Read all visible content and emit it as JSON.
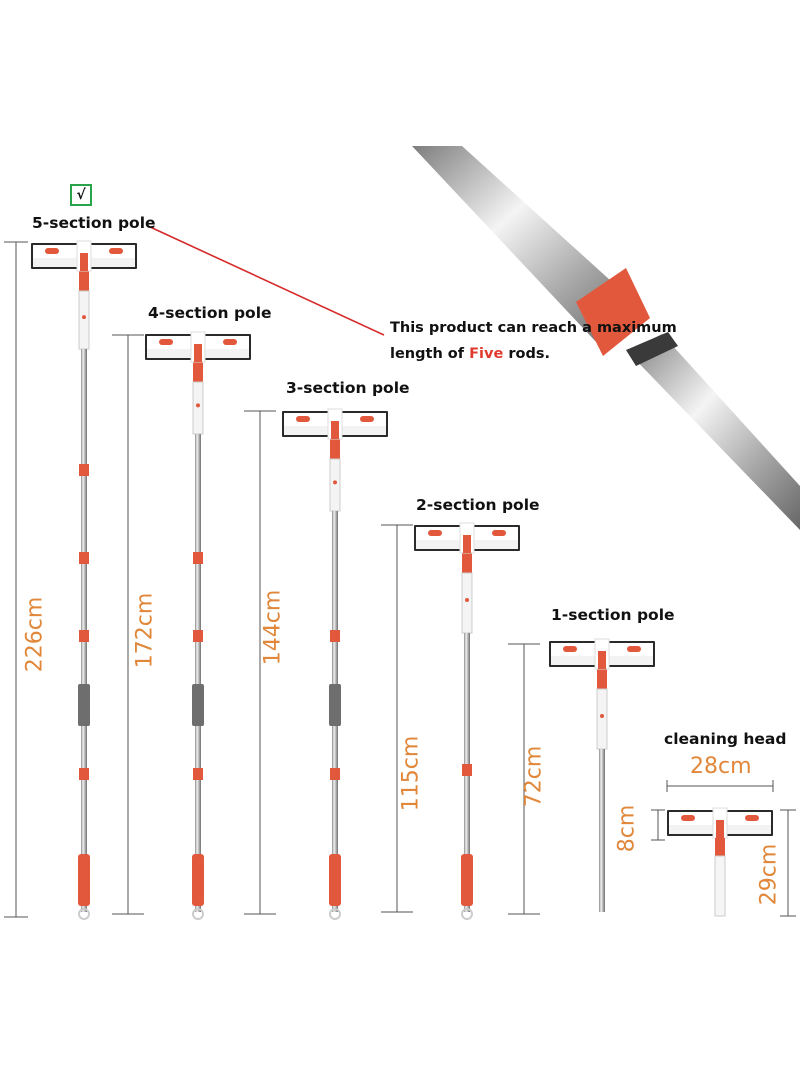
{
  "check_mark": "√",
  "labels": {
    "pole5": "5-section pole",
    "pole4": "4-section pole",
    "pole3": "3-section pole",
    "pole2": "2-section pole",
    "pole1": "1-section pole",
    "head": "cleaning head"
  },
  "note": {
    "line1": "This product can reach a maximum",
    "line2_pre": "length of",
    "highlight": "Five",
    "line2_post": "rods."
  },
  "dimensions": {
    "pole5": "226cm",
    "pole4": "172cm",
    "pole3": "144cm",
    "pole2": "115cm",
    "pole1": "72cm",
    "head_width": "28cm",
    "head_height": "8cm",
    "head_total": "29cm"
  },
  "colors": {
    "accent": "#e2583c",
    "steel": "#bcbcbc",
    "dimension_text": "#e0873a",
    "pointer_line": "#d62a2a",
    "check_border": "#2aa44a"
  }
}
